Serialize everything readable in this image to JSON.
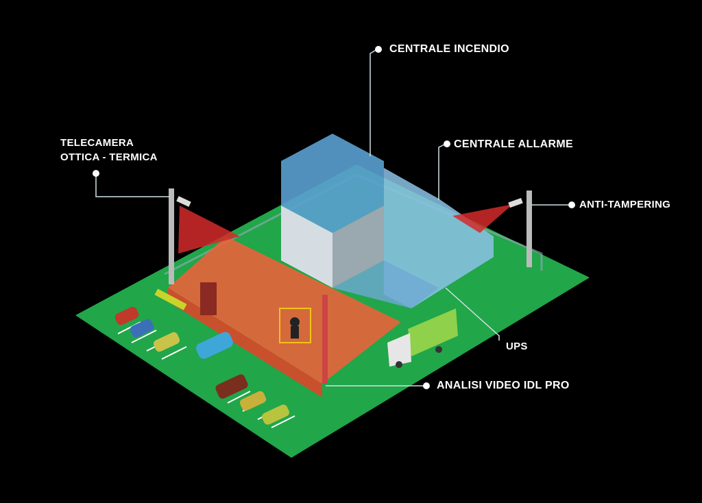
{
  "labels": {
    "fire_panel": "CENTRALE INCENDIO",
    "camera_line1": "TELECAMERA",
    "camera_line2": "OTTICA - TERMICA",
    "alarm_panel": "CENTRALE ALLARME",
    "anti_tampering": "ANTI-TAMPERING",
    "ups": "UPS",
    "video_analysis": "ANALISI VIDEO IDL PRO"
  },
  "colors": {
    "background": "#000000",
    "ground": "#21a64a",
    "zone": "#e8643a",
    "building": "#7fb6d8",
    "beam": "#d42a2a",
    "callout": "#cfe3e6"
  }
}
